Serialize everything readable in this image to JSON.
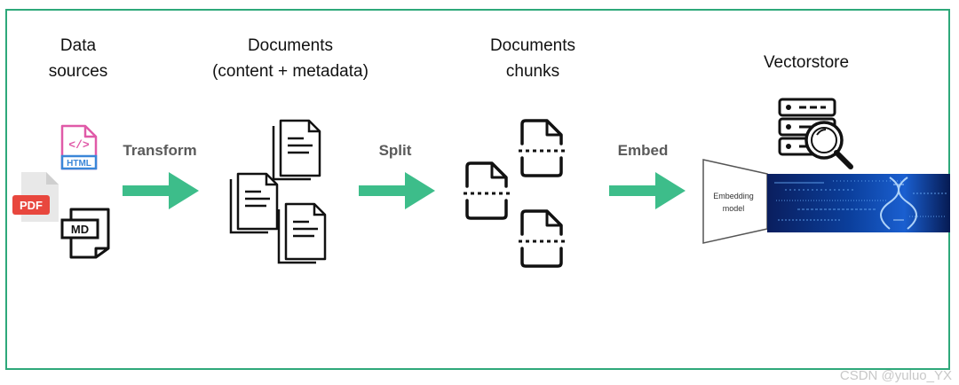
{
  "titles": {
    "data_sources_line1": "Data",
    "data_sources_line2": "sources",
    "documents_line1": "Documents",
    "documents_line2": "(content + metadata)",
    "chunks_line1": "Documents",
    "chunks_line2": "chunks",
    "vectorstore": "Vectorstore"
  },
  "steps": {
    "transform": "Transform",
    "split": "Split",
    "embed": "Embed"
  },
  "icons": {
    "html_label": "HTML",
    "html_code": "</>",
    "pdf_label": "PDF",
    "md_label": "MD",
    "embedding_line1": "Embedding",
    "embedding_line2": "model"
  },
  "watermark": "CSDN @yuluo_YX",
  "colors": {
    "frame": "#2ea87a",
    "arrow": "#3dbd8a",
    "pdf_red": "#e8473e",
    "html_pink": "#e05aa8",
    "html_blue": "#3a86d8"
  }
}
